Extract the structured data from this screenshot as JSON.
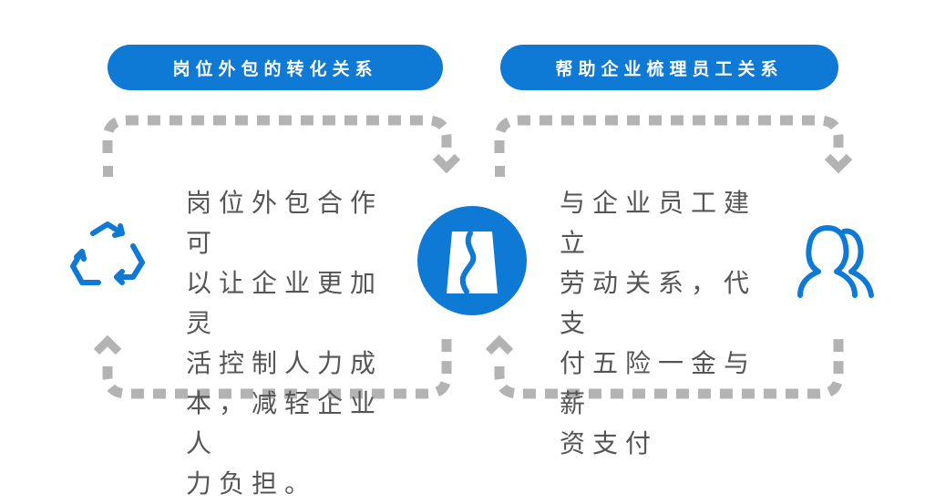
{
  "left_panel": {
    "title": "岗位外包的转化关系",
    "text": "岗位外包合作可\n以让企业更加灵\n活控制人力成\n本，减轻企业人\n力负担。",
    "icon": "recycle-icon"
  },
  "right_panel": {
    "title": "帮助企业梳理员工关系",
    "text": "与企业员工建立\n劳动关系，代支\n付五险一金与薪\n资支付",
    "icon": "users-icon"
  },
  "center": {
    "icon": "road-icon"
  },
  "colors": {
    "accent": "#0f7ad6",
    "dash": "#b3b3b3",
    "text": "#555555",
    "background": "#ffffff"
  }
}
